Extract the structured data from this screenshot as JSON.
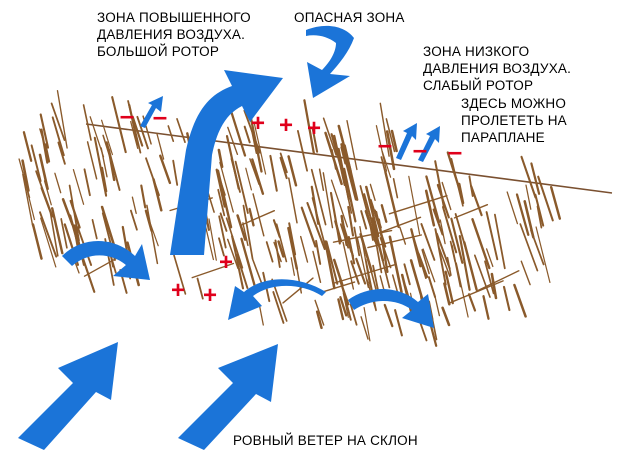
{
  "labels": {
    "high_pressure": [
      "ЗОНА ПОВЫШЕННОГО",
      "ДАВЛЕНИЯ ВОЗДУХА.",
      "БОЛЬШОЙ РОТОР"
    ],
    "danger_zone": "ОПАСНАЯ ЗОНА",
    "low_pressure": [
      "ЗОНА НИЗКОГО",
      "ДАВЛЕНИЯ ВОЗДУХА.",
      "СЛАБЫЙ РОТОР"
    ],
    "paraglider": [
      "ЗДЕСЬ МОЖНО",
      "ПРОЛЕТЕТЬ НА",
      "ПАРАПЛАНЕ"
    ],
    "wind": "РОВНЫЙ ВЕТЕР НА СКЛОН"
  },
  "signs": {
    "plus": "+",
    "minus": "–"
  },
  "colors": {
    "arrow_blue": "#1b74d8",
    "sign_red": "#e0001b",
    "tree_brown": "#8a5a2b",
    "ridge_line": "#7a5030"
  }
}
